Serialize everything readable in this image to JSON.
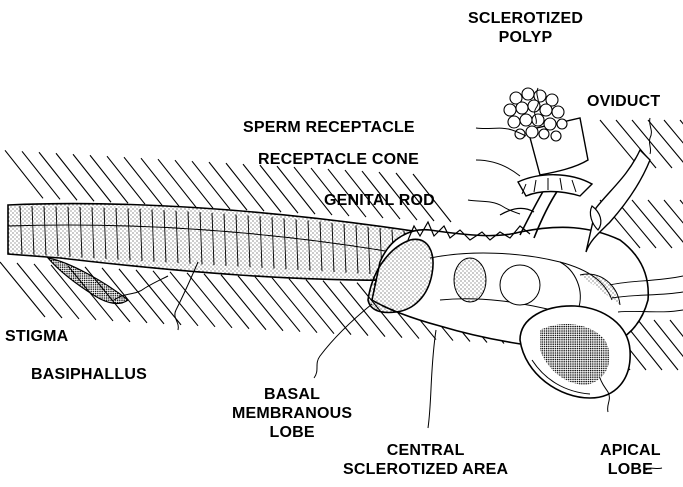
{
  "labels": {
    "sclerotized_polyp": [
      "SCLEROTIZED",
      "POLYP"
    ],
    "oviduct": "OVIDUCT",
    "sperm_receptacle": "SPERM RECEPTACLE",
    "receptacle_cone": "RECEPTACLE CONE",
    "genital_rod": "GENITAL ROD",
    "stigma": "STIGMA",
    "basiphallus": "BASIPHALLUS",
    "basal_membranous_lobe": [
      "BASAL",
      "MEMBRANOUS",
      "LOBE"
    ],
    "central_sclerotized_area": [
      "CENTRAL",
      "SCLEROTIZED AREA"
    ],
    "apical_lobe": [
      "APICAL",
      "LOBE"
    ]
  },
  "colors": {
    "ink": "#000000",
    "paper": "#ffffff"
  }
}
